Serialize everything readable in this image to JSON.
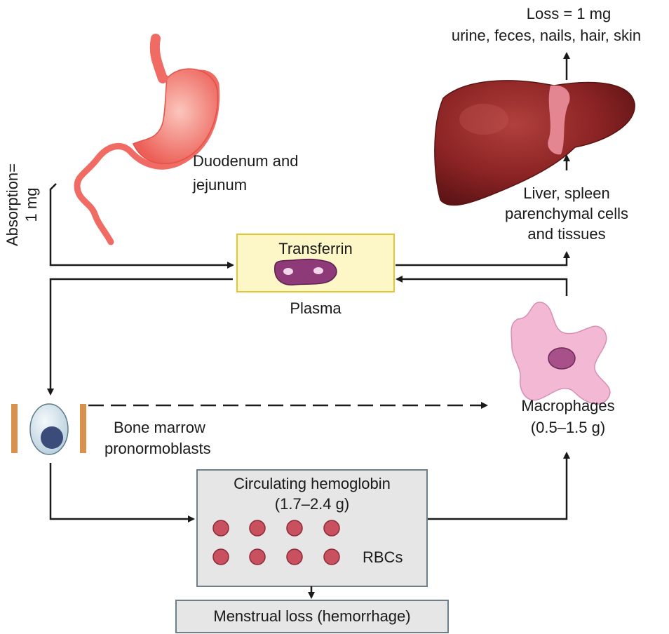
{
  "labels": {
    "loss_line1": "Loss = 1 mg",
    "loss_line2": "urine, feces, nails, hair, skin",
    "duodenum_line1": "Duodenum and",
    "duodenum_line2": "jejunum",
    "absorption_line1": "Absorption=",
    "absorption_line2": "1 mg",
    "liver_line1": "Liver, spleen",
    "liver_line2": "parenchymal cells",
    "liver_line3": "and tissues",
    "transferrin": "Transferrin",
    "plasma": "Plasma",
    "macrophages_line1": "Macrophages",
    "macrophages_line2": "(0.5–1.5 g)",
    "bone_marrow_line1": "Bone marrow",
    "bone_marrow_line2": "pronormoblasts",
    "hemoglobin_line1": "Circulating hemoglobin",
    "hemoglobin_line2": "(1.7–2.4 g)",
    "rbcs": "RBCs",
    "menstrual": "Menstrual loss (hemorrhage)"
  },
  "colors": {
    "arrow": "#1a1a1a",
    "transferrin_box_fill": "#fdf7c8",
    "transferrin_box_border": "#e6c531",
    "transferrin_molecule": "#8e3a78",
    "hemoglobin_box_fill": "#e6e6e6",
    "hemoglobin_box_border": "#6f7f8a",
    "rbc": "#c9505f",
    "stomach": "#ef6b63",
    "liver": "#8b2324",
    "liver_ligament": "#e88a98",
    "macrophage": "#f3b8d4",
    "macrophage_nucleus": "#a8508a",
    "marrow_bar": "#d8924e",
    "cell_body": "#cfe0ea",
    "cell_nucleus": "#3b4b7a"
  },
  "icons": {
    "stomach": "stomach-illustration",
    "liver": "liver-illustration",
    "macrophage": "macrophage-cell",
    "pronormoblast": "pronormoblast-cell",
    "transferrin": "transferrin-molecule",
    "rbc": "red-blood-cell"
  }
}
